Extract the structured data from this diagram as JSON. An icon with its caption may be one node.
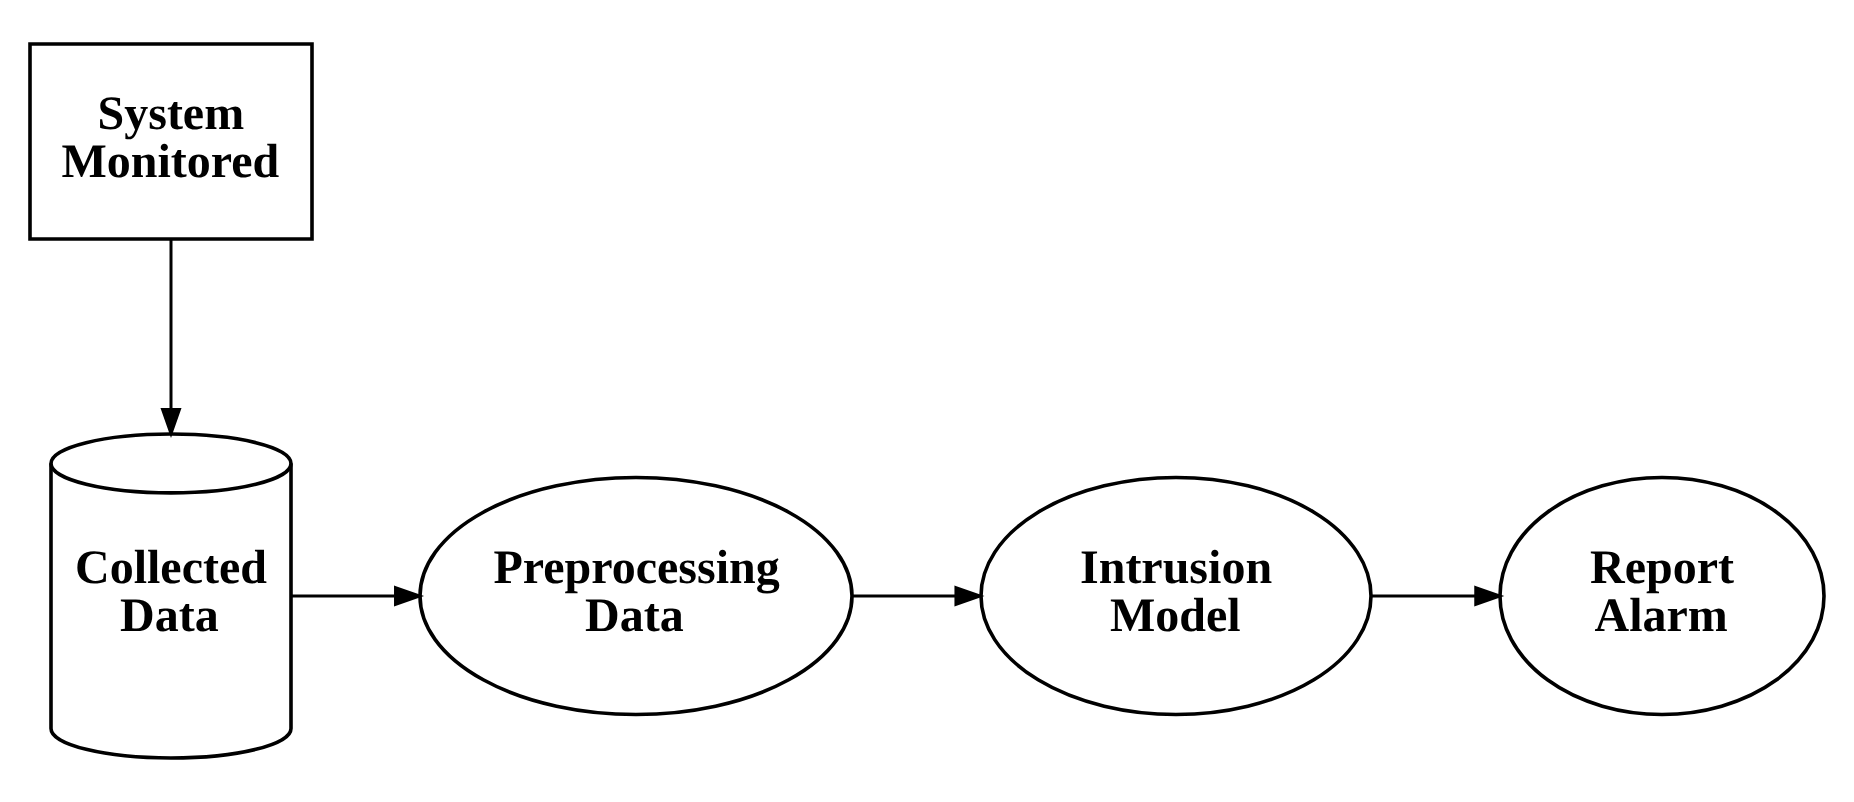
{
  "diagram": {
    "nodes": [
      {
        "text": [
          "System Monitored"
        ]
      },
      {
        "text": [
          "Collected Data"
        ]
      },
      {
        "text": [
          "Preprocessing Data"
        ]
      },
      {
        "text": [
          "Intrusion Model"
        ]
      },
      {
        "text": [
          "Report Alarm"
        ]
      }
    ],
    "edges": [
      {
        "from": 0,
        "to": 1,
        "arrow": "to"
      },
      {
        "from": 1,
        "to": 2,
        "arrow": "to"
      },
      {
        "from": 2,
        "to": 3,
        "arrow": "to"
      },
      {
        "from": 3,
        "to": 4,
        "arrow": "to"
      }
    ]
  }
}
